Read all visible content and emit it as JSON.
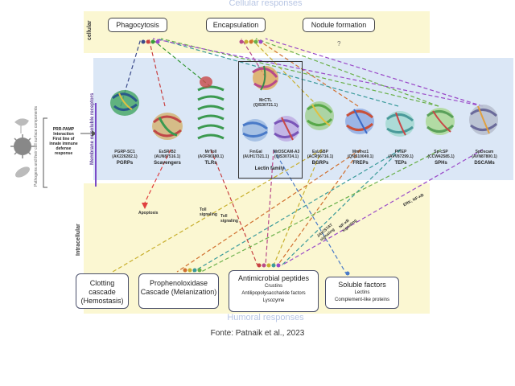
{
  "headers": {
    "cellular": "Cellular responses",
    "humoral": "Humoral responses"
  },
  "side_labels": {
    "cellular": "cellular",
    "membrane": "Membrane or soluble receptors",
    "intracellular": "Intracellular",
    "pathogens": "Pathogens and their cell surface components",
    "prr": "PRR-PAMP Interaction",
    "firstline": "First line of innate immune defense response"
  },
  "cellular_boxes": [
    "Phagocytosis",
    "Encapsulation",
    "Nodule formation"
  ],
  "question_mark": "?",
  "proteins": [
    {
      "name": "PGRP-SC1",
      "id": "(AK226282.1)",
      "family": "PGRPs",
      "color": "#4aa86a"
    },
    {
      "name": "EsSR-B2",
      "id": "(AUN87516.1)",
      "family": "Scavengers",
      "color": "#c04848"
    },
    {
      "name": "MrToll",
      "id": "(AOF80380.1)",
      "family": "TLRs",
      "color": "#3c9a50"
    },
    {
      "name": "MrCTL",
      "id": "(QIS30721.1)",
      "family": "",
      "color": "#b84a8a"
    },
    {
      "name": "FmGal",
      "id": "(AUH17321.1)",
      "family": "Lectin family",
      "color": "#4a7ac8"
    },
    {
      "name": "MrDSCAM-A3",
      "id": "(QIS30724.1)",
      "family": "",
      "color": "#7a55b8"
    },
    {
      "name": "EsLGBP",
      "id": "(ACR56716.1)",
      "family": "BGRPs",
      "color": "#58a84a"
    },
    {
      "name": "Mmfrez1",
      "id": "(QNS10049.1)",
      "family": "FREPs",
      "color": "#c8503a"
    },
    {
      "name": "PtTEP",
      "id": "(AVV87299.1)",
      "family": "TEPs",
      "color": "#4a9a9a"
    },
    {
      "name": "Sp-cSP",
      "id": "(CCW42585.1)",
      "family": "SPHs",
      "color": "#5aa05a"
    },
    {
      "name": "SpDscam",
      "id": "(AVN87800.1)",
      "family": "DSCAMs",
      "color": "#6a6a9a"
    }
  ],
  "signals": [
    "Apoptosis",
    "Toll signaling",
    "Toll signaling",
    "JAK/STAT signaling",
    "NF-κB signaling",
    "ERK, NF-κB"
  ],
  "humoral_boxes": [
    {
      "title": "Clotting cascade (Hemostasis)",
      "items": []
    },
    {
      "title": "Prophenoloxidase Cascade (Melanization)",
      "items": []
    },
    {
      "title": "Antimicrobial peptides",
      "items": [
        "Crustins",
        "Antilipopolysaccharide factors",
        "Lysozyme"
      ]
    },
    {
      "title": "Soluble factors",
      "items": [
        "Lectins",
        "Complement-like proteins"
      ]
    }
  ],
  "source": "Fonte: Patnaik et al., 2023",
  "colors": {
    "band_cell": "#fbf7d2",
    "band_membrane": "#dbe7f6",
    "header_text": "#b8c6e4"
  }
}
